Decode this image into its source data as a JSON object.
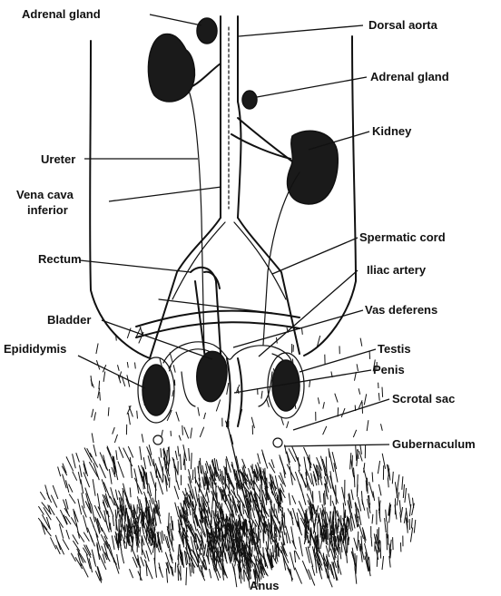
{
  "labels": {
    "adrenal_gland_left": "Adrenal gland",
    "dorsal_aorta": "Dorsal aorta",
    "adrenal_gland_right": "Adrenal gland",
    "kidney": "Kidney",
    "ureter": "Ureter",
    "vena_cava_line1": "Vena cava",
    "vena_cava_line2": "inferior",
    "rectum": "Rectum",
    "spermatic_cord": "Spermatic cord",
    "iliac_artery": "Iliac artery",
    "vas_deferens": "Vas deferens",
    "bladder": "Bladder",
    "epididymis": "Epididymis",
    "testis": "Testis",
    "penis": "Penis",
    "scrotal_sac": "Scrotal sac",
    "gubernaculum": "Gubernaculum",
    "anus": "Anus"
  }
}
